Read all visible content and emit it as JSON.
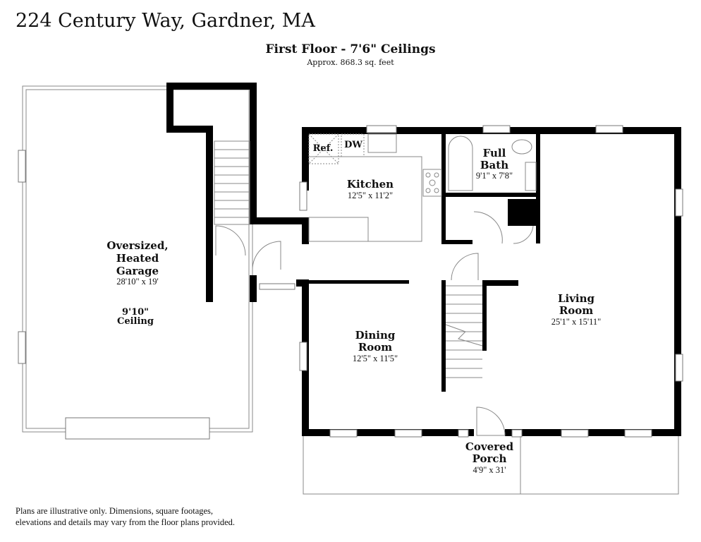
{
  "title": "224 Century Way, Gardner, MA",
  "floor": {
    "label": "First Floor - 7'6\" Ceilings",
    "area": "Approx. 868.3 sq. feet"
  },
  "rooms": {
    "garage": {
      "name1": "Oversized,",
      "name2": "Heated",
      "name3": "Garage",
      "dims": "28'10\" x 19'",
      "ceiling1": "9'10\"",
      "ceiling2": "Ceiling"
    },
    "kitchen": {
      "name": "Kitchen",
      "dims": "12'5\" x 11'2\""
    },
    "bath": {
      "name1": "Full",
      "name2": "Bath",
      "dims": "9'1\" x 7'8\""
    },
    "living": {
      "name1": "Living",
      "name2": "Room",
      "dims": "25'1\" x 15'11\""
    },
    "dining": {
      "name1": "Dining",
      "name2": "Room",
      "dims": "12'5\" x 11'5\""
    },
    "porch": {
      "name1": "Covered",
      "name2": "Porch",
      "dims": "4'9\" x 31'"
    }
  },
  "fixtures": {
    "fridge": "Ref.",
    "dishwasher": "DW"
  },
  "disclaimer": {
    "line1": "Plans are illustrative only. Dimensions, square footages,",
    "line2": "elevations and details may vary from the floor plans provided."
  }
}
